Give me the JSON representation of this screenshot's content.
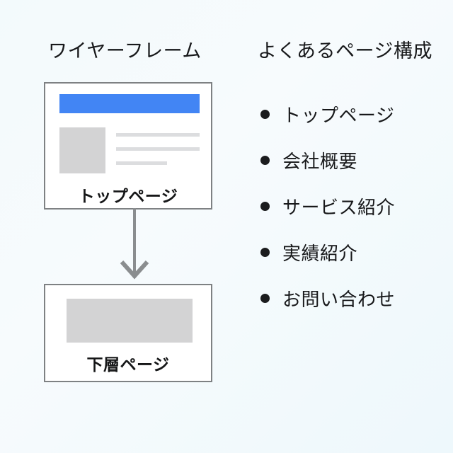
{
  "columns": {
    "left_title": "ワイヤーフレーム",
    "right_title": "よくあるページ構成"
  },
  "wireframe": {
    "top_card": {
      "label": "トップページ",
      "header_bar_color": "#4285F4",
      "thumb_color": "#D3D3D4",
      "text_line_color": "#DCDDDF",
      "text_line_count": 3
    },
    "bottom_card": {
      "label": "下層ページ",
      "thumb_color": "#D3D3D4"
    },
    "arrow": {
      "direction": "down",
      "color": "#8A8D8F"
    },
    "card_border_color": "#7E8183",
    "card_fill_color": "#FFFFFF"
  },
  "page_structure": {
    "items": [
      {
        "label": "トップページ"
      },
      {
        "label": "会社概要"
      },
      {
        "label": "サービス紹介"
      },
      {
        "label": "実績紹介"
      },
      {
        "label": "お問い合わせ"
      }
    ],
    "bullet_color": "#1B1C1E"
  },
  "canvas": {
    "background_start": "#F3FAFC",
    "background_end": "#EEF8FC",
    "text_color": "#17181A"
  }
}
